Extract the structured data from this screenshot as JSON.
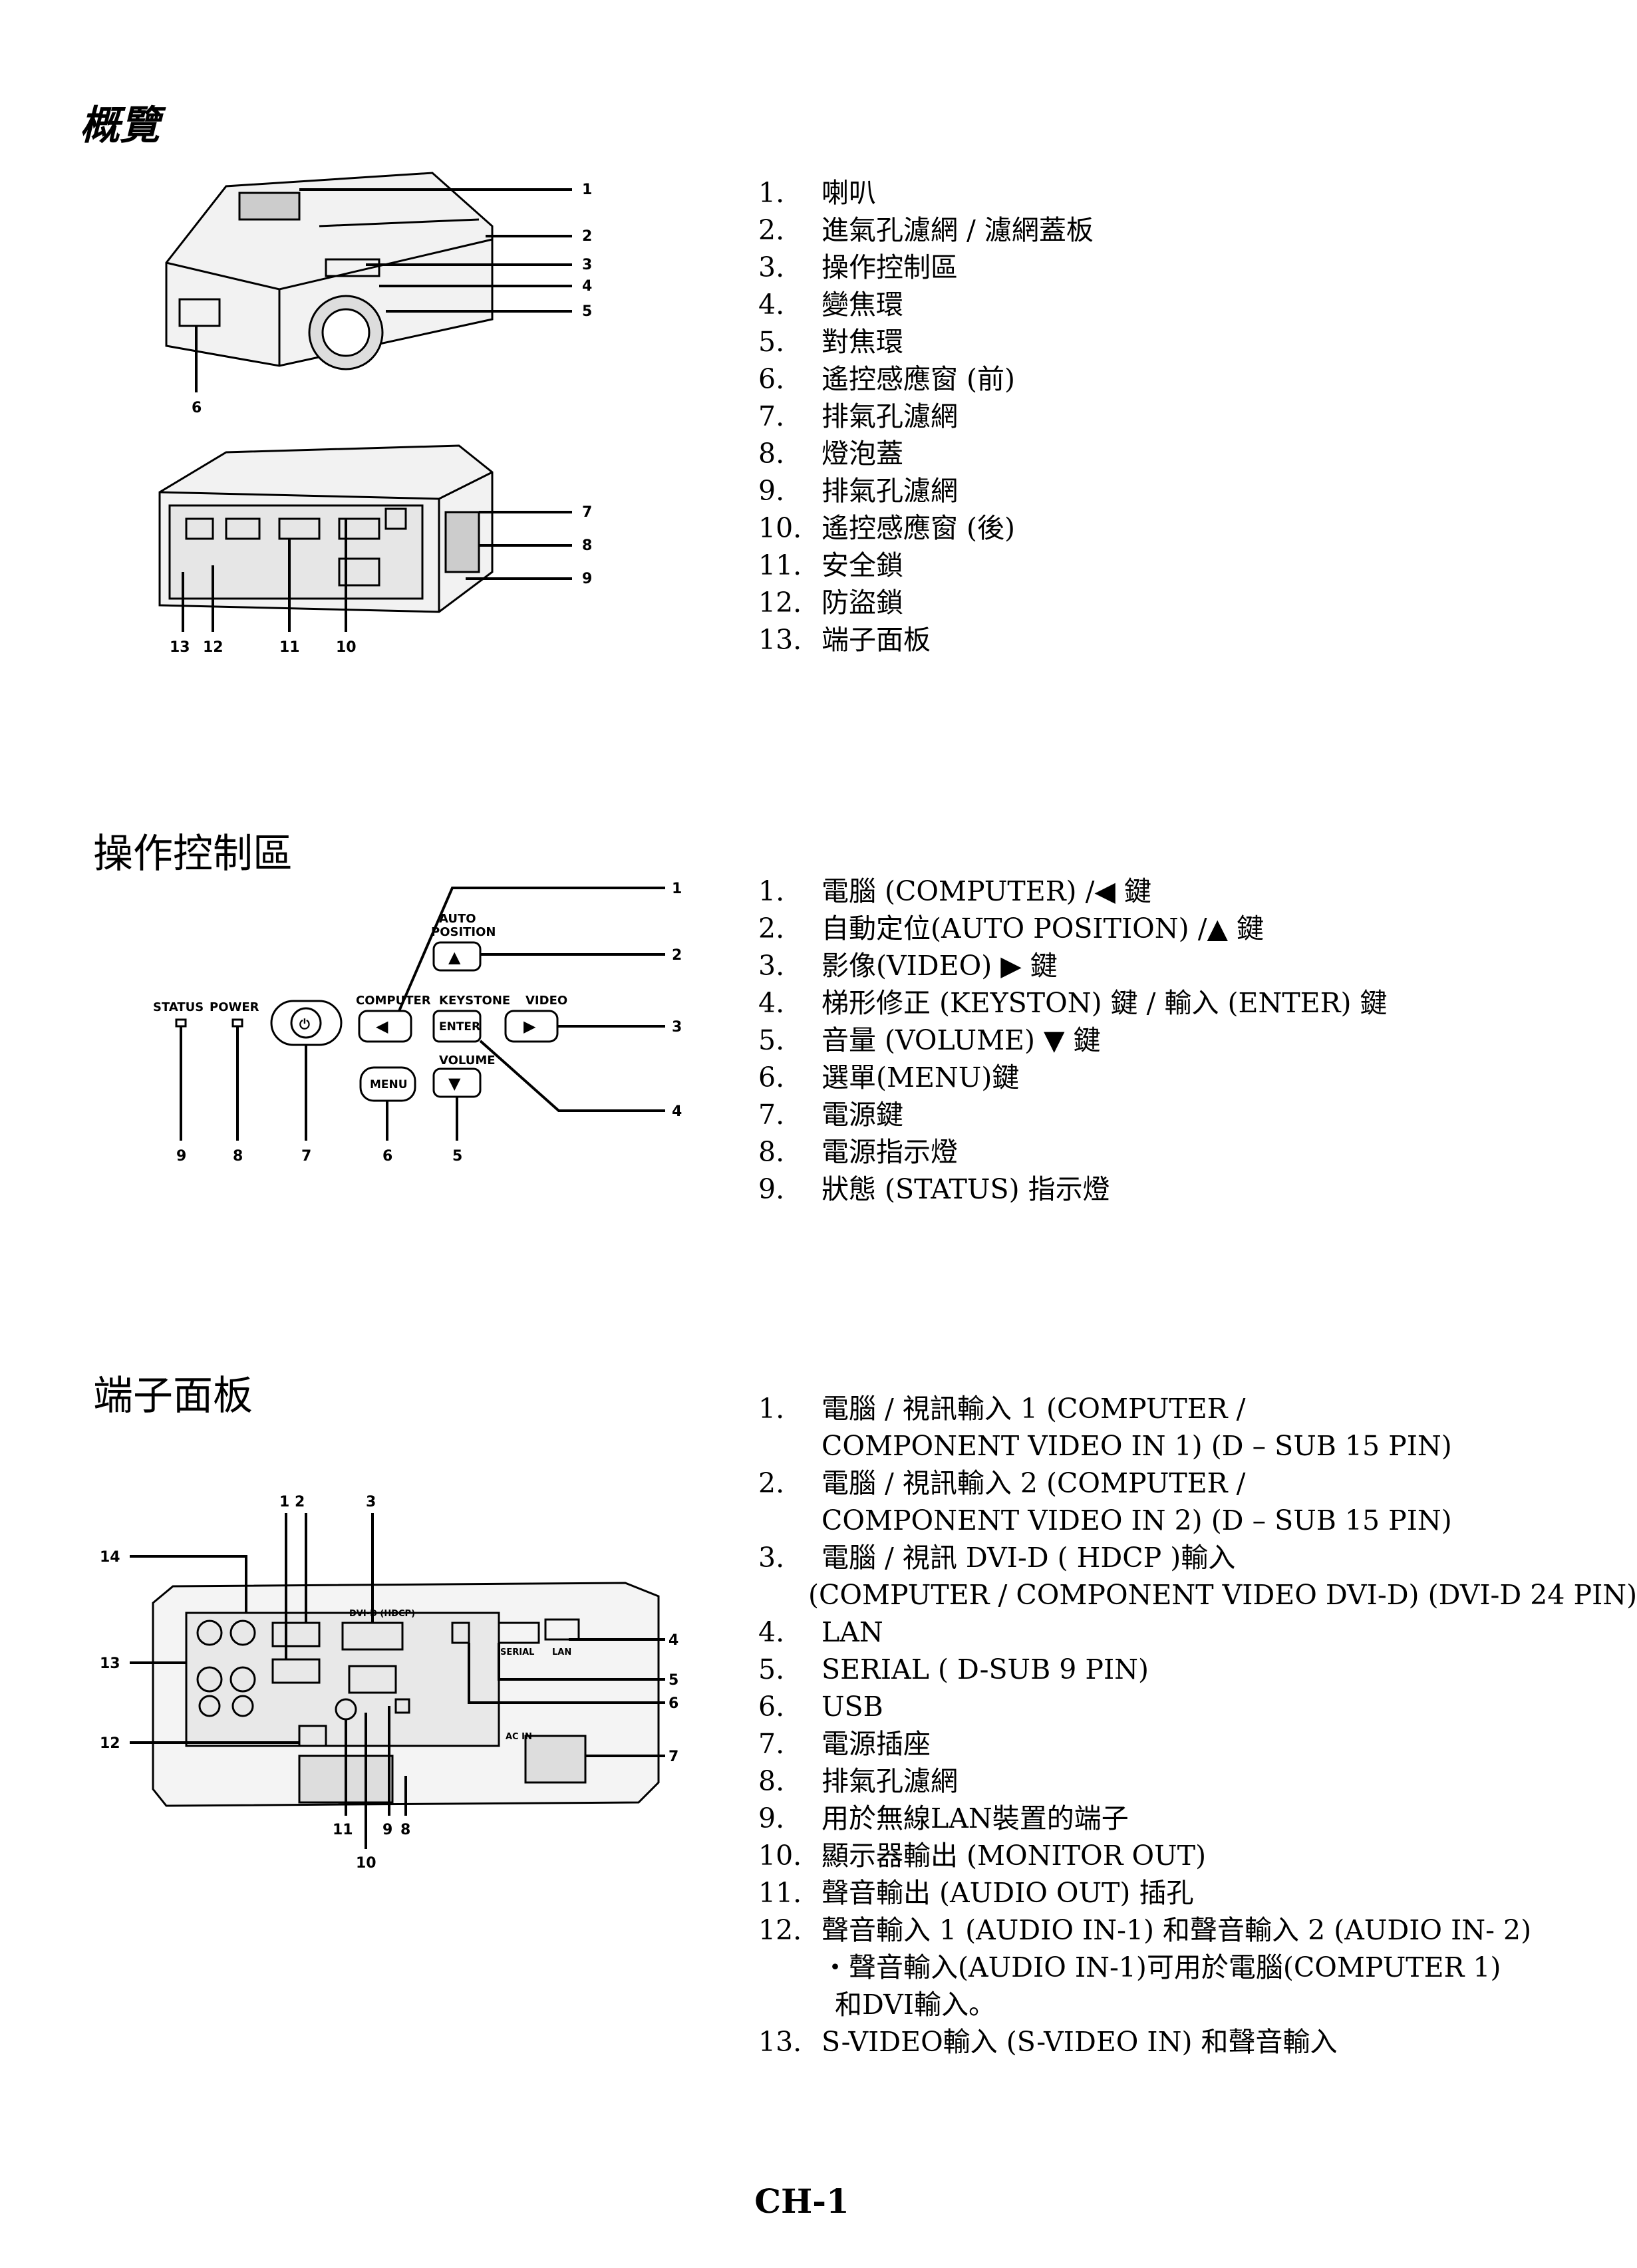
{
  "overview": {
    "heading": "概覽",
    "items": [
      {
        "n": "1.",
        "t": "喇叭"
      },
      {
        "n": "2.",
        "t": "進氣孔濾網 / 濾網蓋板"
      },
      {
        "n": "3.",
        "t": "操作控制區"
      },
      {
        "n": "4.",
        "t": "變焦環"
      },
      {
        "n": "5.",
        "t": "對焦環"
      },
      {
        "n": "6.",
        "t": "遙控感應窗 (前)"
      },
      {
        "n": "7.",
        "t": "排氣孔濾網"
      },
      {
        "n": "8.",
        "t": "燈泡蓋"
      },
      {
        "n": "9.",
        "t": "排氣孔濾網"
      },
      {
        "n": "10.",
        "t": "遙控感應窗 (後)"
      },
      {
        "n": "11.",
        "t": "安全鎖"
      },
      {
        "n": "12.",
        "t": "防盜鎖"
      },
      {
        "n": "13.",
        "t": "端子面板"
      }
    ],
    "callouts_front": [
      "1",
      "2",
      "3",
      "4",
      "5",
      "6"
    ],
    "callouts_rear": [
      "7",
      "8",
      "9",
      "13",
      "12",
      "11",
      "10"
    ]
  },
  "control": {
    "heading": "操作控制區",
    "items": [
      {
        "n": "1.",
        "t": "電腦 (COMPUTER) /◀ 鍵"
      },
      {
        "n": "2.",
        "t": "自動定位(AUTO POSITION) /▲ 鍵"
      },
      {
        "n": "3.",
        "t": "影像(VIDEO) ▶ 鍵"
      },
      {
        "n": "4.",
        "t": "梯形修正 (KEYSTON) 鍵 / 輸入 (ENTER) 鍵"
      },
      {
        "n": "5.",
        "t": "音量 (VOLUME) ▼ 鍵"
      },
      {
        "n": "6.",
        "t": "選單(MENU)鍵"
      },
      {
        "n": "7.",
        "t": "電源鍵"
      },
      {
        "n": "8.",
        "t": "電源指示燈"
      },
      {
        "n": "9.",
        "t": "狀態 (STATUS) 指示燈"
      }
    ],
    "panel": {
      "status": "STATUS",
      "power": "POWER",
      "auto": "AUTO",
      "position": "POSITION",
      "computer": "COMPUTER",
      "keystone": "KEYSTONE",
      "video": "VIDEO",
      "enter": "ENTER",
      "volume": "VOLUME",
      "menu": "MENU",
      "up": "▲",
      "down": "▼",
      "left": "◀",
      "right": "▶",
      "power_symbol": "⏻"
    },
    "callouts": [
      "1",
      "2",
      "3",
      "4",
      "9",
      "8",
      "7",
      "6",
      "5"
    ]
  },
  "terminal": {
    "heading": "端子面板",
    "items": [
      {
        "n": "1.",
        "t": "電腦 / 視訊輸入 1 (COMPUTER /"
      },
      {
        "n": "",
        "c": "COMPONENT VIDEO IN 1) (D – SUB 15 PIN)"
      },
      {
        "n": "2.",
        "t": "電腦 / 視訊輸入 2 (COMPUTER /"
      },
      {
        "n": "",
        "c": "COMPONENT VIDEO IN 2) (D – SUB 15 PIN)"
      },
      {
        "n": "3.",
        "t": "電腦 / 視訊 DVI-D ( HDCP )輸入"
      },
      {
        "n": "",
        "c2": "(COMPUTER / COMPONENT VIDEO DVI-D) (DVI-D 24 PIN)"
      },
      {
        "n": "4.",
        "t": "LAN"
      },
      {
        "n": "5.",
        "t": "SERIAL ( D-SUB 9 PIN)"
      },
      {
        "n": "6.",
        "t": "USB"
      },
      {
        "n": "7.",
        "t": "電源插座"
      },
      {
        "n": "8.",
        "t": "排氣孔濾網"
      },
      {
        "n": "9.",
        "t": "用於無線LAN裝置的端子"
      },
      {
        "n": "10.",
        "t": "顯示器輸出 (MONITOR OUT)"
      },
      {
        "n": "11.",
        "t": "聲音輸出 (AUDIO OUT) 插孔"
      },
      {
        "n": "12.",
        "t": "聲音輸入 1 (AUDIO IN-1) 和聲音輸入 2 (AUDIO IN- 2)"
      },
      {
        "n": "",
        "c": "・聲音輸入(AUDIO IN-1)可用於電腦(COMPUTER 1)"
      },
      {
        "n": "",
        "c3": "和DVI輸入。"
      },
      {
        "n": "13.",
        "t": "S-VIDEO輸入 (S-VIDEO IN) 和聲音輸入"
      }
    ],
    "callouts": [
      "1 2",
      "3",
      "14",
      "13",
      "12",
      "4",
      "5",
      "6",
      "7",
      "11",
      "9",
      "8",
      "10"
    ],
    "port_labels": {
      "ac_in": "AC IN",
      "lan": "LAN",
      "serial": "SERIAL",
      "dvi": "DVI-D (HDCP)"
    }
  },
  "footer": "CH-1"
}
